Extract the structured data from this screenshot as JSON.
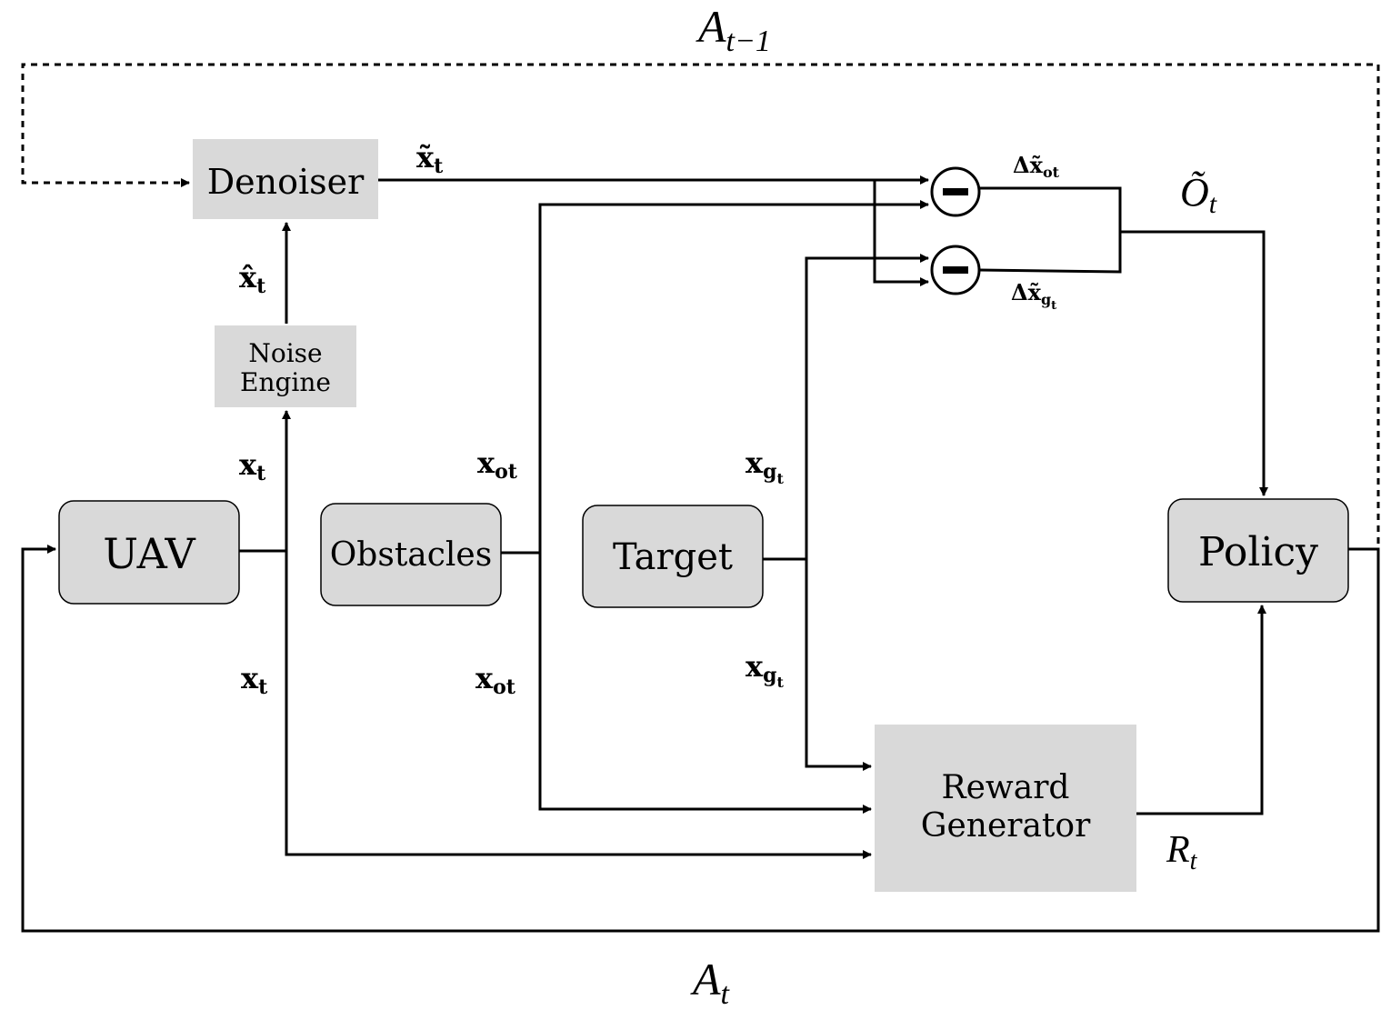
{
  "blocks": {
    "uav": "UAV",
    "obstacles": "Obstacles",
    "target": "Target",
    "policy": "Policy",
    "denoiser": "Denoiser",
    "noise_engine_line1": "Noise",
    "noise_engine_line2": "Engine",
    "reward_line1": "Reward",
    "reward_line2": "Generator"
  },
  "signals": {
    "a_prev": {
      "base": "A",
      "sub": "t−1"
    },
    "a_t": {
      "base": "A",
      "sub": "t"
    },
    "o_tilde": {
      "base": "Õ",
      "sub": "t"
    },
    "r_t": {
      "base": "R",
      "sub": "t"
    },
    "x_tilde": {
      "base": "x̃",
      "sub": "t"
    },
    "x_hat": {
      "base": "x̂",
      "sub": "t"
    },
    "x_t": {
      "base": "x",
      "sub": "t"
    },
    "x_ot": {
      "base": "x",
      "sub": "ot"
    },
    "x_gt": {
      "base": "x",
      "sub": "g",
      "subsub": "t"
    },
    "dx_ot": {
      "base": "Δx̃",
      "sub": "ot"
    },
    "dx_gt": {
      "base": "Δx̃",
      "sub": "g",
      "subsub": "t"
    }
  },
  "operators": {
    "subtract": "−"
  }
}
